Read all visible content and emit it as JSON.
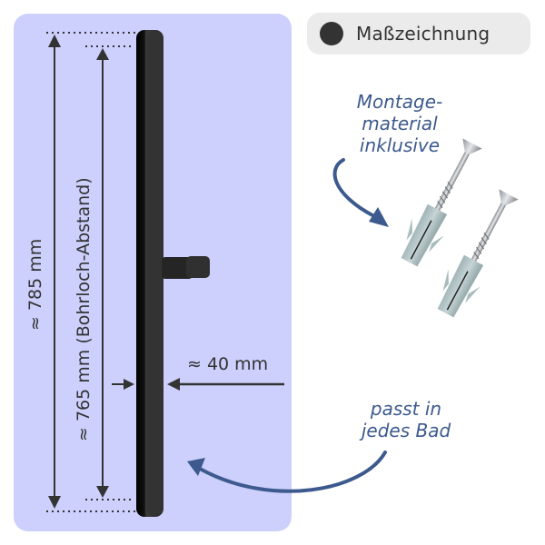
{
  "badge": {
    "label": "Maßzeichnung",
    "dot_color": "#333333",
    "background": "#ebebeb"
  },
  "panel": {
    "background": "#cdd0fc"
  },
  "dimensions": {
    "total_length": "≈ 785 mm",
    "hole_distance": "≈ 765 mm (Bohrloch-Abstand)",
    "width": "≈ 40 mm"
  },
  "annotations": {
    "mounting_material": [
      "Montage-",
      "material",
      "inklusive"
    ],
    "fits_bathroom": [
      "passt in",
      "jedes Bad"
    ],
    "color": "#3d5a8e"
  },
  "product": {
    "rail_color": "#2a2a2a",
    "items": [
      "shower-rail",
      "handheld-holder",
      "screw-and-dowel",
      "screw-and-dowel"
    ]
  }
}
